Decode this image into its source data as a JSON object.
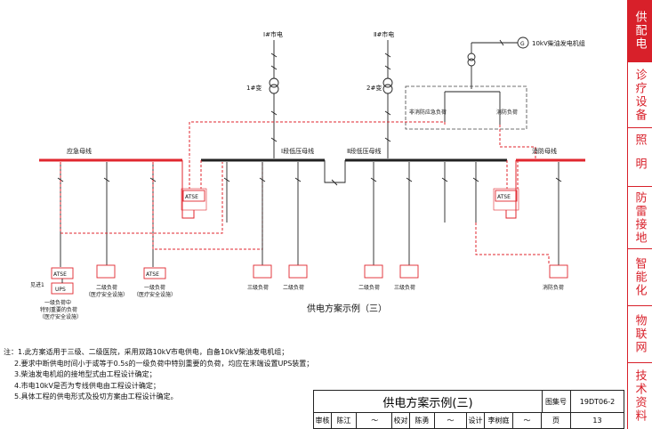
{
  "diagram": {
    "utility_1": "Ⅰ#市电",
    "utility_2": "Ⅱ#市电",
    "generator": "10kV柴油发电机组",
    "gen_symbol": "G",
    "transformer_1": "1#变",
    "transformer_2": "2#变",
    "bus_emergency": "应急母线",
    "bus_lv1": "Ⅰ段低压母线",
    "bus_lv2": "Ⅱ段低压母线",
    "bus_fire": "消防母线",
    "gen_non_fire": "非消防应急负荷",
    "gen_fire": "消防负荷",
    "atse": "ATSE",
    "ups": "UPS",
    "supply_1": "见进1",
    "load_class1_special": [
      "一级负荷中",
      "特别重要的负荷",
      "（医疗安全设施）"
    ],
    "load_class2_medical": [
      "二级负荷",
      "（医疗安全设施）"
    ],
    "load_class1_medical": [
      "一级负荷",
      "（医疗安全设施）"
    ],
    "load_class3": "三级负荷",
    "load_class2": "二级负荷",
    "load_fire": "消防负荷",
    "caption": "供电方案示例（三）"
  },
  "notes": {
    "prefix": "注：",
    "items": [
      "1.此方案适用于三级、二级医院，采用双路10kV市电供电，自备10kV柴油发电机组；",
      "2.要求中断供电时间小于或等于0.5s的一级负荷中特别重要的负荷，均应在末端设置UPS装置；",
      "3.柴油发电机组的接地型式由工程设计确定；",
      "4.市电10kV是否为专线供电由工程设计确定；",
      "5.具体工程的供电形式及投切方案由工程设计确定。"
    ]
  },
  "title_block": {
    "title": "供电方案示例(三)",
    "atlas_label": "图集号",
    "atlas_no": "19DT06-2",
    "review_label": "审核",
    "reviewer": "陈江",
    "check_label": "校对",
    "checker": "陈勇",
    "design_label": "设计",
    "designer": "李树庭",
    "page_label": "页",
    "page_no": "13"
  },
  "sidebar": {
    "tabs": [
      "供配电",
      "诊疗设备",
      "照明",
      "防雷接地",
      "智能化",
      "物联网",
      "技术资料"
    ]
  },
  "colors": {
    "accent": "#d8202a",
    "bus": "#e0262e",
    "wire": "#222222"
  }
}
